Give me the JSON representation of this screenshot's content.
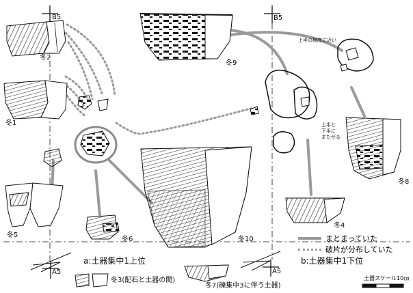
{
  "grid": {
    "b5_left": "B5",
    "b5_right": "B5",
    "a5_left": "A5",
    "a5_right": "A5"
  },
  "vessels": {
    "fuyu1": "冬1",
    "fuyu2": "冬2",
    "fuyu3": "冬3(配石と土器の間)",
    "fuyu4": "冬4",
    "fuyu5": "冬5",
    "fuyu6": "冬6",
    "fuyu7": "冬7(礫集中3に伴う土器)",
    "fuyu8": "冬8",
    "fuyu9": "冬9",
    "fuyu10": "冬10"
  },
  "groups": {
    "a": "a:土器集中1上位",
    "b": "b:土器集中1下位"
  },
  "notes": {
    "upper_half_near": "上半の横底に近い",
    "straddle_line1": "上半と",
    "straddle_line2": "下半に",
    "straddle_line3": "またがる"
  },
  "legend": {
    "solid": "まとまっていた",
    "dashed": "破片が分布していた"
  },
  "scale": {
    "label": "土器スケール10㎝"
  },
  "colors": {
    "connector": "#9a9a9a",
    "ink": "#111111"
  }
}
